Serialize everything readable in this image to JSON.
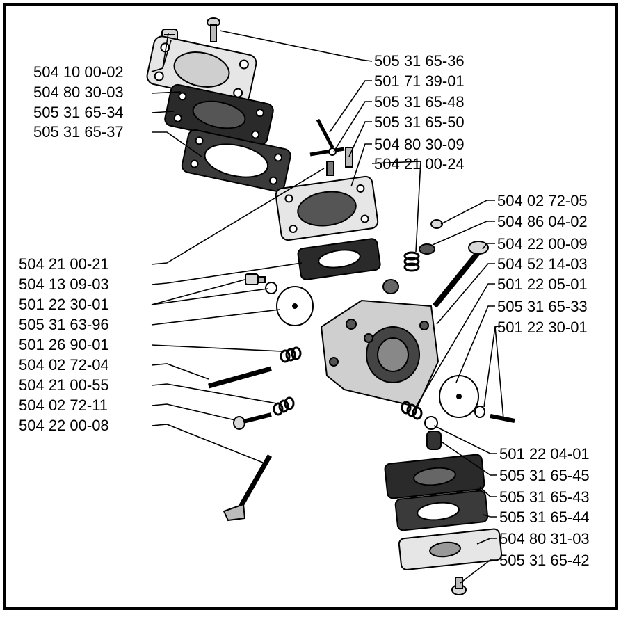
{
  "diagram": {
    "colors": {
      "ink": "#000000",
      "paper": "#ffffff",
      "part_fill": "#e6e6e6",
      "gasket_fill": "#2a2a2a"
    },
    "left_labels": [
      "504 10 00-02",
      "504 80 30-03",
      "505 31 65-34",
      "505 31 65-37",
      "504 21 00-21",
      "504 13 09-03",
      "501 22 30-01",
      "505 31 63-96",
      "501 26 90-01",
      "504 02 72-04",
      "504 21 00-55",
      "504 02 72-11",
      "504 22 00-08"
    ],
    "right_labels": [
      "505 31 65-36",
      "501 71 39-01",
      "505 31 65-48",
      "505 31 65-50",
      "504 80 30-09",
      "504 21 00-24",
      "504 02 72-05",
      "504 86 04-02",
      "504 22 00-09",
      "504 52 14-03",
      "501 22 05-01",
      "505 31 65-33",
      "501 22 30-01",
      "501 22 04-01",
      "505 31 65-45",
      "505 31 65-43",
      "505 31 65-44",
      "504 80 31-03",
      "505 31 65-42"
    ]
  }
}
